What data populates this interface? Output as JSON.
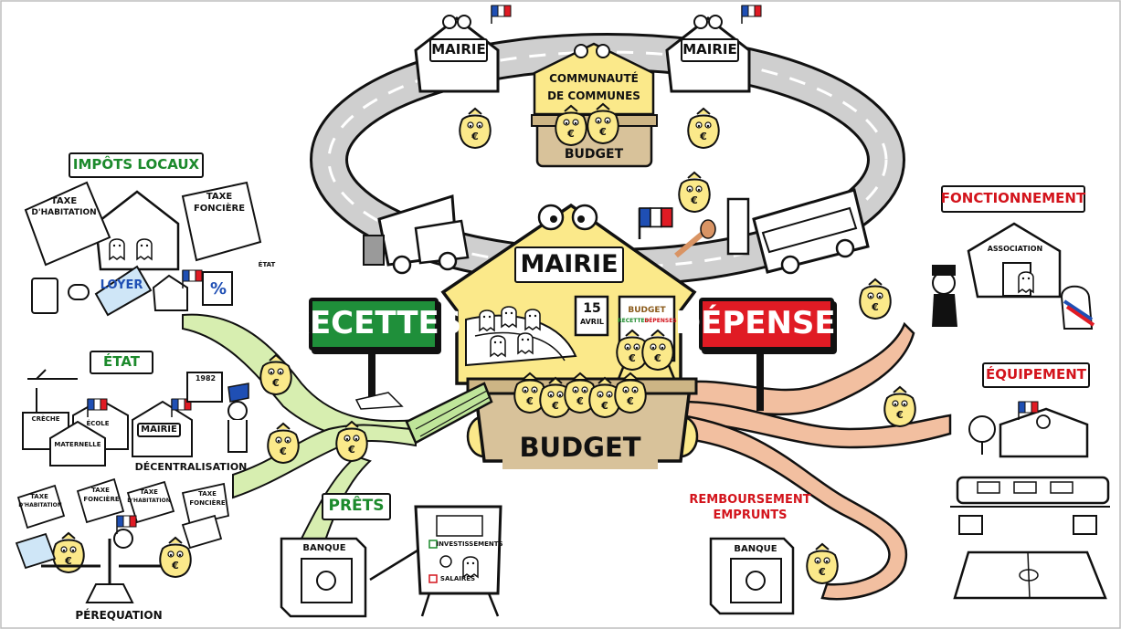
{
  "top": {
    "mairie_left": "MAIRIE",
    "mairie_right": "MAIRIE",
    "communaute_line1": "COMMUNAUTÉ",
    "communaute_line2": "DE COMMUNES",
    "budget_small": "BUDGET"
  },
  "center": {
    "mairie": "MAIRIE",
    "calendar_day": "15",
    "calendar_month": "AVRIL",
    "board_title": "BUDGET",
    "board_recettes": "RECETTES",
    "board_depenses": "DÉPENSES",
    "basket_label": "BUDGET"
  },
  "signs": {
    "recettes": "RECETTES",
    "depenses": "DÉPENSES"
  },
  "left": {
    "impots_title": "IMPÔTS LOCAUX",
    "taxe_habitation_1": "TAXE",
    "taxe_habitation_2": "D'HABITATION",
    "taxe_fonciere_1": "TAXE",
    "taxe_fonciere_2": "FONCIÈRE",
    "loyer": "LOYER",
    "percent": "%",
    "etat_hat": "ÉTAT",
    "etat_title": "ÉTAT",
    "year": "1982",
    "creche": "CRÈCHE",
    "ecole": "ÉCOLE",
    "maternelle": "MATERNELLE",
    "mairie_small": "MAIRIE",
    "decentralisation": "DÉCENTRALISATION",
    "tag_taxe_1": "TAXE",
    "tag_hab": "D'HABITATION",
    "tag_taxe_2": "TAXE",
    "tag_fonc": "FONCIÈRE",
    "tag_taxe_3": "TAXE",
    "tag_hab_2": "D'HABITATION",
    "tag_taxe_4": "TAXE",
    "tag_fonc_2": "FONCIÈRE",
    "perequation": "PÉREQUATION"
  },
  "prets": {
    "title": "PRÊTS",
    "banque": "BANQUE",
    "investissements": "INVESTISSEMENTS",
    "salaires": "SALAIRES"
  },
  "right": {
    "fonctionnement": "FONCTIONNEMENT",
    "association": "ASSOCIATION",
    "equipement": "ÉQUIPEMENT",
    "remboursement_1": "REMBOURSEMENT",
    "remboursement_2": "EMPRUNTS",
    "banque": "BANQUE"
  },
  "colors": {
    "yellow": "#fbe98a",
    "green_sign": "#1f8f3a",
    "red_sign": "#e01b24",
    "green_title": "#1c8a2c",
    "red_title": "#d3141c",
    "road": "#c8c8c8",
    "recettes_path": "#d7eeb0",
    "slide": "#f2bfa0",
    "basket": "#d8c29a"
  }
}
